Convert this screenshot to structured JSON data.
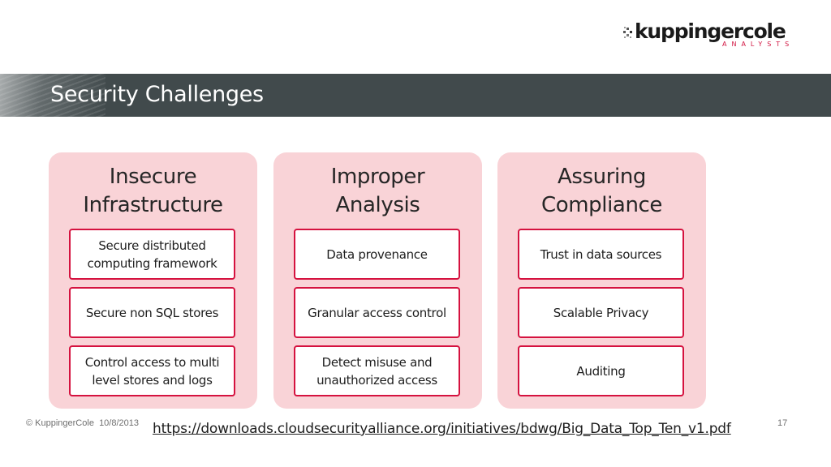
{
  "logo": {
    "wordmark": "kuppingercole",
    "subtitle": "ANALYSTS",
    "accent": "#d1123f"
  },
  "header": {
    "title": "Security Challenges",
    "bar_color": "#414a4c"
  },
  "columns": [
    {
      "heading_line1": "Insecure",
      "heading_line2": "Infrastructure",
      "items": [
        "Secure distributed computing framework",
        "Secure non SQL stores",
        "Control access to multi level stores and logs"
      ]
    },
    {
      "heading_line1": "Improper",
      "heading_line2": "Analysis",
      "items": [
        "Data provenance",
        "Granular access control",
        "Detect misuse and unauthorized access"
      ]
    },
    {
      "heading_line1": "Assuring",
      "heading_line2": "Compliance",
      "items": [
        "Trust in data sources",
        "Scalable Privacy",
        "Auditing"
      ]
    }
  ],
  "colors": {
    "column_fill": "#f9d3d7",
    "item_border": "#d5123f"
  },
  "footer": {
    "copyright": "© KuppingerCole",
    "date": "10/8/2013",
    "page_number": "17",
    "link": "https://downloads.cloudsecurityalliance.org/initiatives/bdwg/Big_Data_Top_Ten_v1.pdf"
  }
}
